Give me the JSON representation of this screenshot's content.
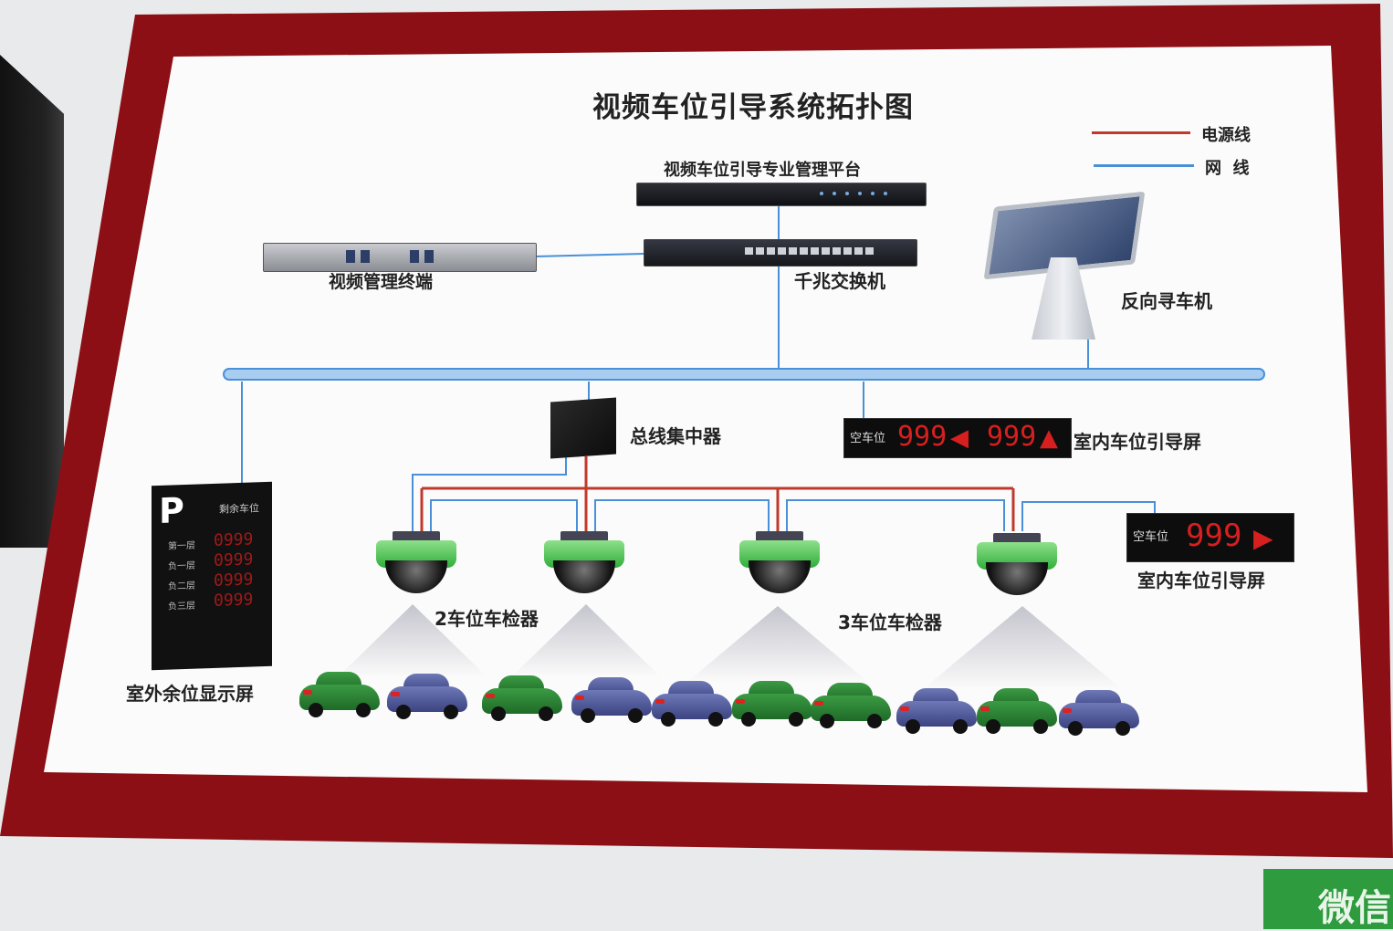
{
  "title": "视频车位引导系统拓扑图",
  "legend": [
    {
      "label": "电源线",
      "color": "#c0392b"
    },
    {
      "label": "网  线",
      "color": "#4a90d9"
    }
  ],
  "devices": {
    "platform": "视频车位引导专业管理平台",
    "switch": "千兆交换机",
    "video_terminal": "视频管理终端",
    "kiosk": "反向寻车机",
    "bus_hub": "总线集中器",
    "indoor_screen_1": "室内车位引导屏",
    "indoor_screen_2": "室内车位引导屏",
    "detector_2": "2车位车检器",
    "detector_3": "3车位车检器",
    "outdoor_screen": "室外余位显示屏"
  },
  "indoor_screen_1": {
    "label": "空车位",
    "value_a": "999",
    "value_b": "999"
  },
  "indoor_screen_2": {
    "label": "空车位",
    "value": "999"
  },
  "outdoor_display": {
    "p_sign": "P",
    "header": "剩余车位",
    "rows": [
      {
        "floor": "第一层",
        "value": "0999"
      },
      {
        "floor": "负一层",
        "value": "0999"
      },
      {
        "floor": "负二层",
        "value": "0999"
      },
      {
        "floor": "负三层",
        "value": "0999"
      }
    ]
  },
  "corner_sign": "微信",
  "colors": {
    "frame": "#8b0f14",
    "power_line": "#c0392b",
    "network_line": "#4a90d9",
    "bus": "#7fb2e0"
  }
}
